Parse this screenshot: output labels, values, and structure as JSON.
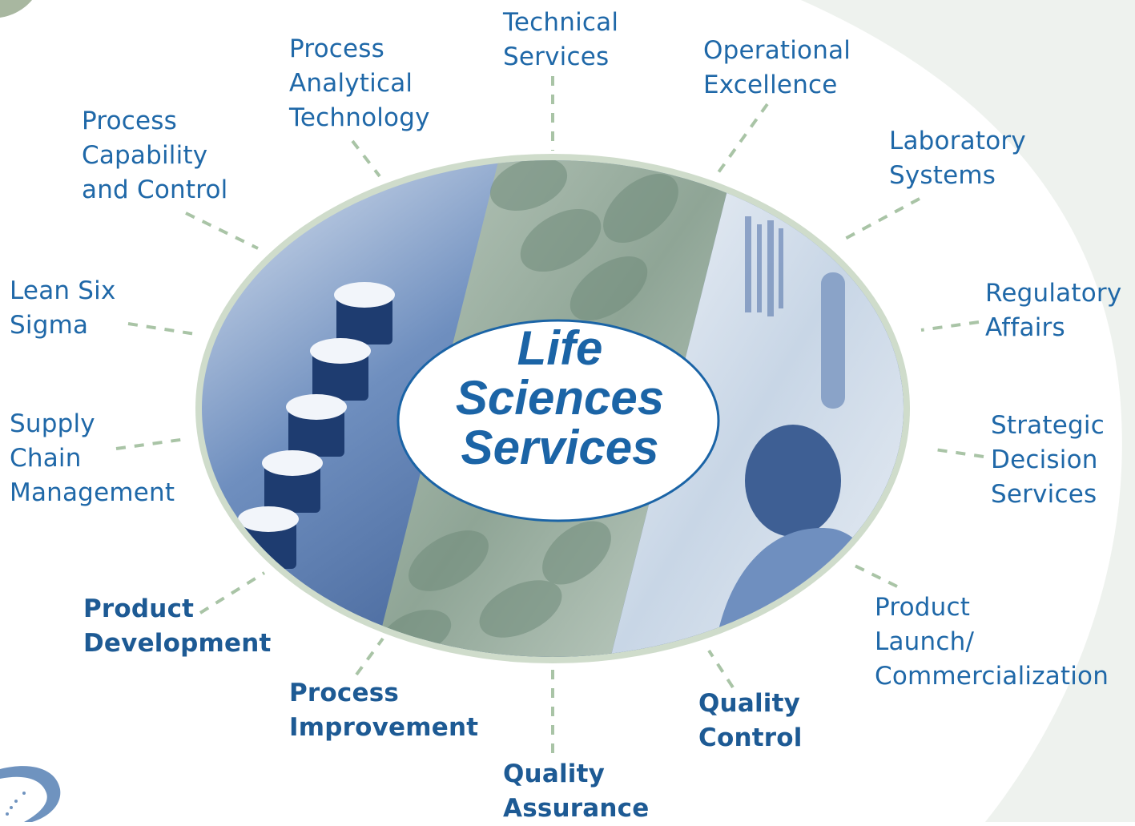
{
  "diagram": {
    "center_title": "Life\nSciences\nServices",
    "nodes": [
      {
        "id": "technical-services",
        "label": "Technical\nServices"
      },
      {
        "id": "operational-excellence",
        "label": "Operational\nExcellence"
      },
      {
        "id": "laboratory-systems",
        "label": "Laboratory\nSystems"
      },
      {
        "id": "regulatory-affairs",
        "label": "Regulatory\nAffairs"
      },
      {
        "id": "strategic-decision-services",
        "label": "Strategic\nDecision\nServices"
      },
      {
        "id": "product-launch",
        "label": "Product\nLaunch/\nCommercialization"
      },
      {
        "id": "quality-control",
        "label": "Quality\nControl"
      },
      {
        "id": "quality-assurance",
        "label": "Quality\nAssurance"
      },
      {
        "id": "process-improvement",
        "label": "Process\nImprovement"
      },
      {
        "id": "product-development",
        "label": "Product\nDevelopment"
      },
      {
        "id": "supply-chain-management",
        "label": "Supply\nChain\nManagement"
      },
      {
        "id": "lean-six-sigma",
        "label": "Lean Six\nSigma"
      },
      {
        "id": "process-capability",
        "label": "Process\nCapability\nand Control"
      },
      {
        "id": "process-analytical-technology",
        "label": "Process\nAnalytical\nTechnology"
      }
    ]
  },
  "colors": {
    "label_text": "#1f68a8",
    "center_text": "#1b64a6",
    "spoke_dash": "#a9c4a6",
    "oval_border": "#cfdccb",
    "background_swoosh": "#eef2ee"
  }
}
